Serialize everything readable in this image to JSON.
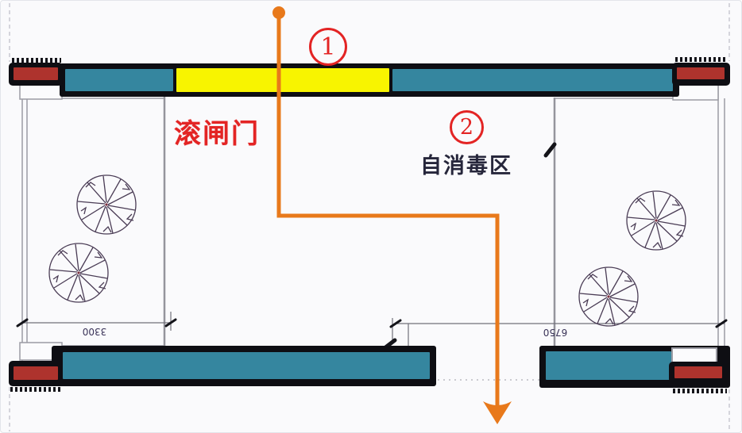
{
  "diagram": {
    "type": "floor-plan-annotated",
    "annotations": {
      "callout_1": "1",
      "callout_2": "2",
      "gate_label": "滚闸门",
      "zone_label": "自消毒区"
    },
    "dimensions": {
      "left_room_width": "3300",
      "right_room_width": "6750"
    },
    "flow": {
      "description": "orange route arrow entering through gate, turning right, exiting bottom opening"
    },
    "colors": {
      "teal": "#35869F",
      "brick_red": "#AE332D",
      "yellow": "#F8F400",
      "orange": "#E8791B",
      "annotation_red": "#E32424",
      "dark_text": "#26263B"
    }
  }
}
